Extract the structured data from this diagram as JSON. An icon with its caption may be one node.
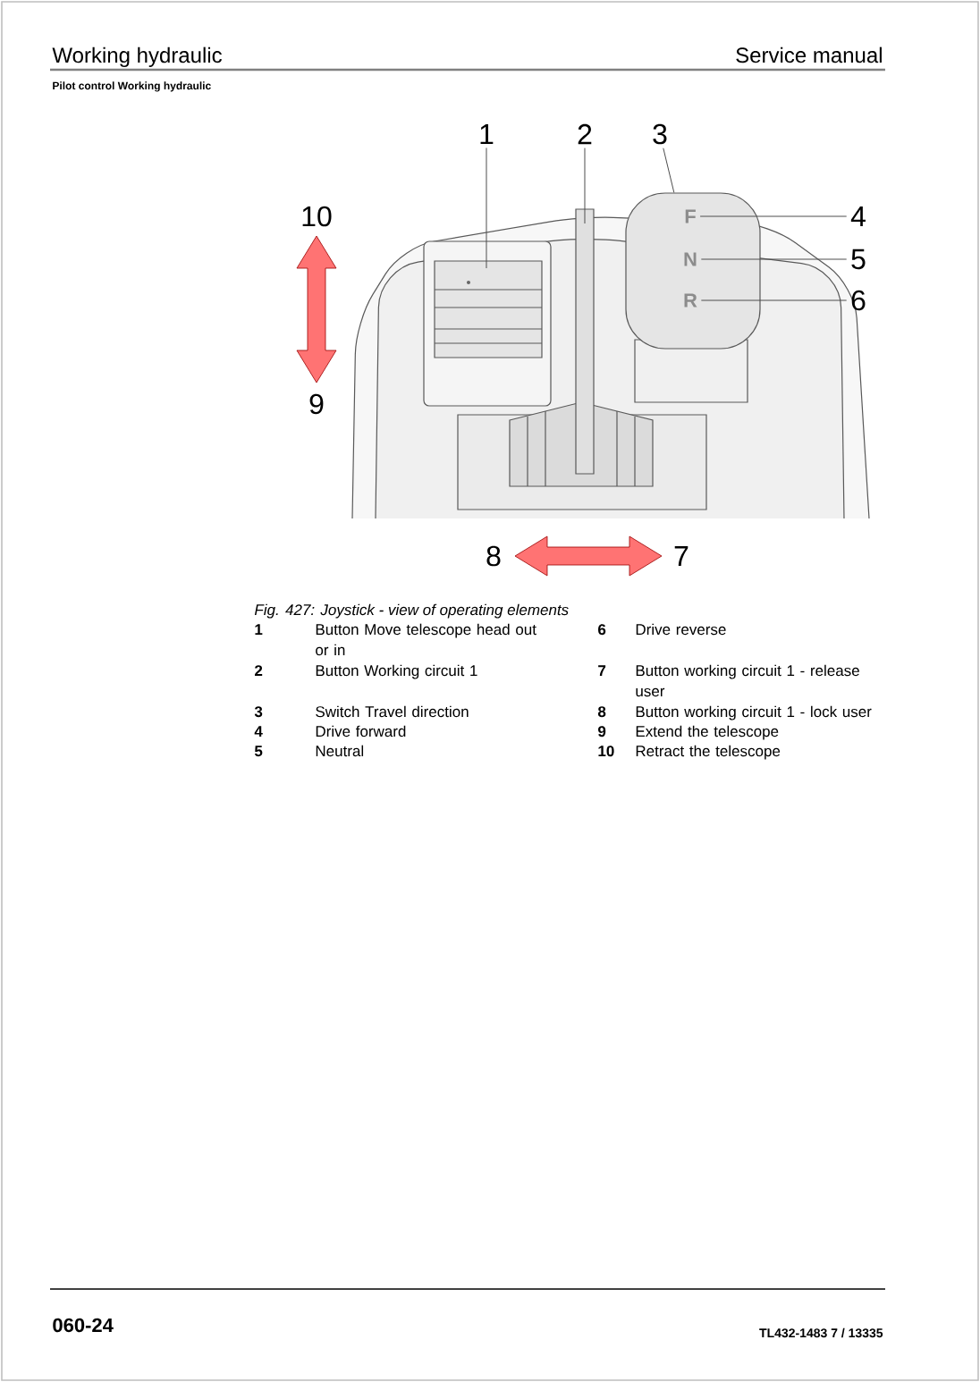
{
  "diagram": {
    "title": "Working hydraulic",
    "caption": "Fig. 427: Joystick - view of operating elements",
    "nodes": [
      {
        "text": [
          "1"
        ]
      },
      {
        "text": [
          "2"
        ]
      },
      {
        "text": [
          "3"
        ]
      },
      {
        "text": [
          "4"
        ]
      },
      {
        "text": [
          "5"
        ]
      },
      {
        "text": [
          "6"
        ]
      },
      {
        "text": [],
        "shape": "picture"
      },
      {
        "text": [
          "F"
        ],
        "in": 6
      },
      {
        "text": [
          "N"
        ],
        "in": 6
      },
      {
        "text": [
          "R"
        ],
        "in": 6
      }
    ],
    "edges": [
      {
        "from": 0,
        "to": null,
        "arrow": "none"
      },
      {
        "from": 1,
        "to": null,
        "arrow": "none"
      },
      {
        "from": 2,
        "to": 6,
        "arrow": "none"
      },
      {
        "from": 3,
        "to": 7,
        "arrow": "none"
      },
      {
        "from": 4,
        "to": 8,
        "arrow": "none"
      },
      {
        "from": 5,
        "to": 9,
        "arrow": "none"
      }
    ],
    "labels": [
      "Service manual",
      "Pilot control Working hydraulic",
      "10",
      "9",
      "8",
      "7",
      "1",
      "Button Move telescope head out or in",
      "6",
      "Drive reverse",
      "2",
      "Button Working circuit 1",
      "7",
      "Button working circuit 1 - release user",
      "3",
      "Switch Travel direction",
      "8",
      "Button working circuit 1 - lock user",
      "4",
      "Drive forward",
      "9",
      "Extend the telescope",
      "5",
      "Neutral",
      "10",
      "Retract the telescope",
      "060-24",
      "TL432-1483 7 / 13335"
    ]
  }
}
